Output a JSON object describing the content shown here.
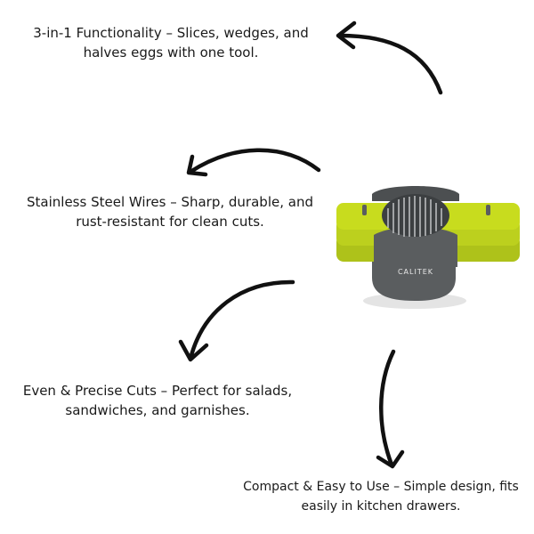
{
  "features": [
    {
      "line1": "3-in-1 Functionality – Slices, wedges, and",
      "line2": "halves eggs with one tool."
    },
    {
      "line1": "Stainless Steel Wires – Sharp, durable, and",
      "line2": "rust-resistant for clean cuts."
    },
    {
      "line1": "Even & Precise Cuts – Perfect for salads,",
      "line2": "sandwiches, and garnishes."
    },
    {
      "line1": "Compact & Easy to Use – Simple design, fits",
      "line2": "easily in kitchen drawers."
    }
  ],
  "product": {
    "brand": "CALITEK",
    "accent_color": "#c8dc1e",
    "body_color": "#5a5d5f"
  },
  "icons": [
    "arrow-icon",
    "arrow-icon",
    "arrow-icon",
    "arrow-icon"
  ]
}
